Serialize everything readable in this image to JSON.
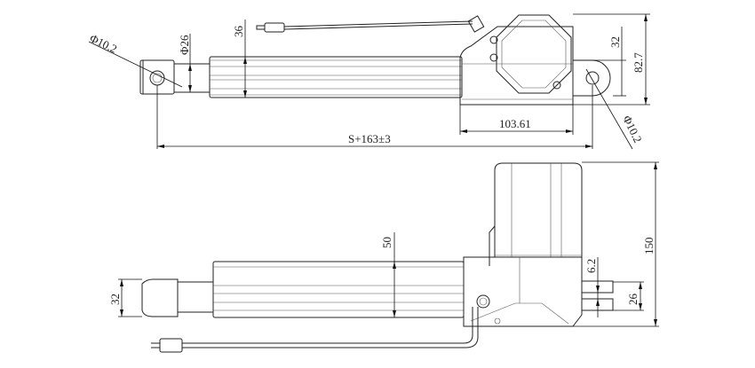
{
  "top_view": {
    "front_hole_dia": "Φ10.2",
    "rod_dia": "Φ26",
    "tube_height": "36",
    "rear_eye_width": "32",
    "overall_height": "82.7",
    "gearbox_length": "103.61",
    "rear_hole_dia": "Φ10.2",
    "installed_length": "S+163±3"
  },
  "side_view": {
    "rod_end_width": "32",
    "tube_width": "50",
    "overall_height": "150",
    "fork_slot": "6.2",
    "fork_width": "26"
  }
}
